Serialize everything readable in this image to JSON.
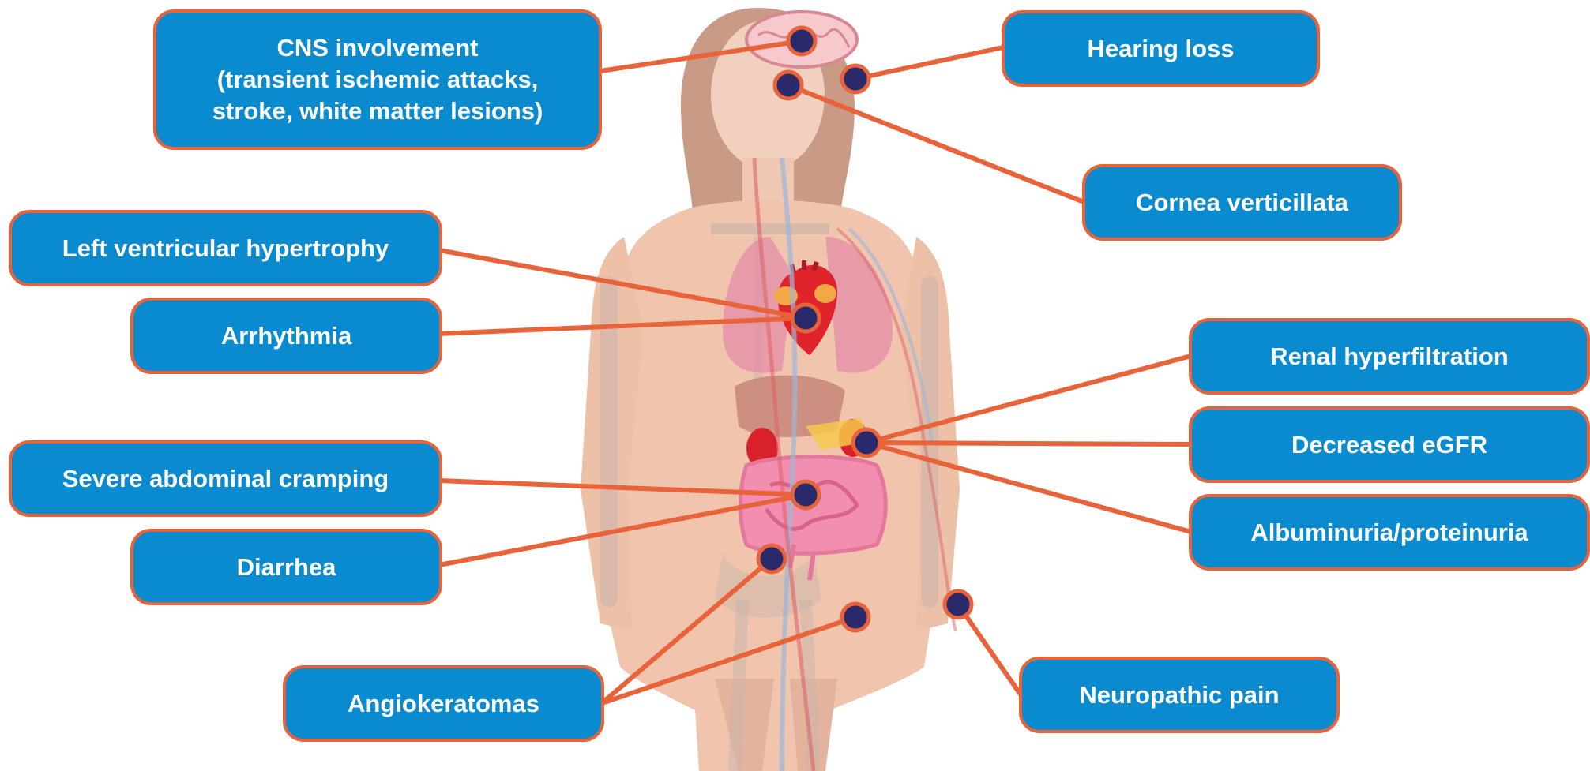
{
  "labels": {
    "cns_line1": "CNS involvement",
    "cns_line2": "(transient ischemic attacks,",
    "cns_line3": "stroke, white matter lesions)",
    "hearing_loss": "Hearing loss",
    "cornea_verticillata": "Cornea verticillata",
    "lvh": "Left ventricular hypertrophy",
    "arrhythmia": "Arrhythmia",
    "renal_hyperfiltration": "Renal hyperfiltration",
    "decreased_egfr": "Decreased eGFR",
    "albuminuria": "Albuminuria/proteinuria",
    "abdominal_cramping": "Severe abdominal cramping",
    "diarrhea": "Diarrhea",
    "angiokeratomas": "Angiokeratomas",
    "neuropathic_pain": "Neuropathic pain"
  },
  "colors": {
    "box_fill": "#0a8bd0",
    "box_border": "#e8633a",
    "connector": "#e8633a",
    "marker_dot": "#2a2a6b",
    "skin": "#f0c4ad",
    "hair": "#c99a86"
  }
}
